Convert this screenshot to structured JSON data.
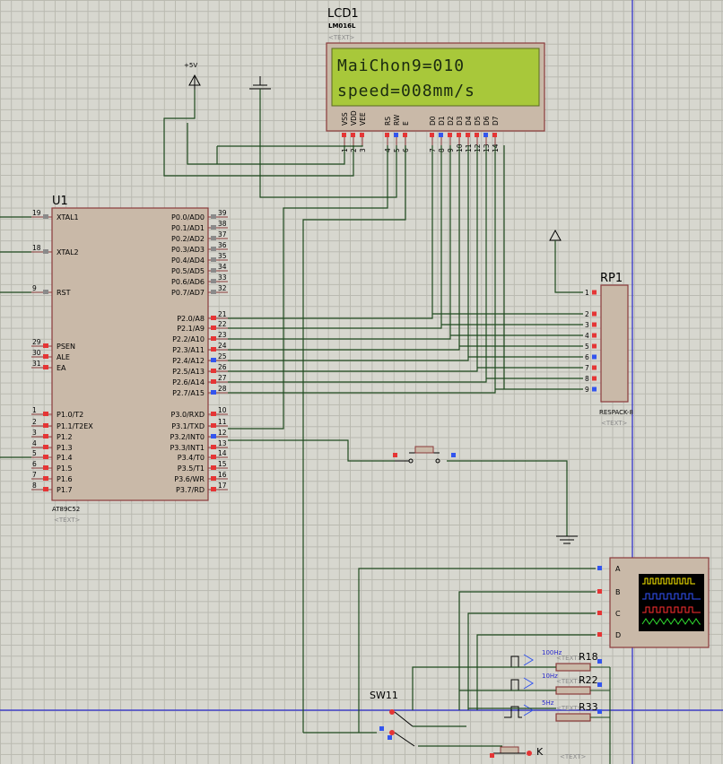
{
  "lcd": {
    "ref": "LCD1",
    "part": "LM016L",
    "text_tag": "<TEXT>",
    "line1": "MaiChon9=010",
    "line2": "speed=008mm/s",
    "pin_names": [
      "VSS",
      "VDD",
      "VEE",
      "RS",
      "RW",
      "E",
      "D0",
      "D1",
      "D2",
      "D3",
      "D4",
      "D5",
      "D6",
      "D7"
    ],
    "pin_numbers": [
      "1",
      "2",
      "3",
      "4",
      "5",
      "6",
      "7",
      "8",
      "9",
      "10",
      "11",
      "12",
      "13",
      "14"
    ]
  },
  "power": {
    "vcc_label": "+5V"
  },
  "mcu": {
    "ref": "U1",
    "part": "AT89C52",
    "text_tag": "<TEXT>",
    "left_pins": [
      {
        "num": "19",
        "name": "XTAL1"
      },
      {
        "num": "18",
        "name": "XTAL2"
      },
      {
        "num": "9",
        "name": "RST"
      },
      {
        "num": "29",
        "name": "PSEN"
      },
      {
        "num": "30",
        "name": "ALE"
      },
      {
        "num": "31",
        "name": "EA"
      },
      {
        "num": "1",
        "name": "P1.0/T2"
      },
      {
        "num": "2",
        "name": "P1.1/T2EX"
      },
      {
        "num": "3",
        "name": "P1.2"
      },
      {
        "num": "4",
        "name": "P1.3"
      },
      {
        "num": "5",
        "name": "P1.4"
      },
      {
        "num": "6",
        "name": "P1.5"
      },
      {
        "num": "7",
        "name": "P1.6"
      },
      {
        "num": "8",
        "name": "P1.7"
      }
    ],
    "right_pins": [
      {
        "num": "39",
        "name": "P0.0/AD0"
      },
      {
        "num": "38",
        "name": "P0.1/AD1"
      },
      {
        "num": "37",
        "name": "P0.2/AD2"
      },
      {
        "num": "36",
        "name": "P0.3/AD3"
      },
      {
        "num": "35",
        "name": "P0.4/AD4"
      },
      {
        "num": "34",
        "name": "P0.5/AD5"
      },
      {
        "num": "33",
        "name": "P0.6/AD6"
      },
      {
        "num": "32",
        "name": "P0.7/AD7"
      },
      {
        "num": "21",
        "name": "P2.0/A8"
      },
      {
        "num": "22",
        "name": "P2.1/A9"
      },
      {
        "num": "23",
        "name": "P2.2/A10"
      },
      {
        "num": "24",
        "name": "P2.3/A11"
      },
      {
        "num": "25",
        "name": "P2.4/A12"
      },
      {
        "num": "26",
        "name": "P2.5/A13"
      },
      {
        "num": "27",
        "name": "P2.6/A14"
      },
      {
        "num": "28",
        "name": "P2.7/A15"
      },
      {
        "num": "10",
        "name": "P3.0/RXD"
      },
      {
        "num": "11",
        "name": "P3.1/TXD"
      },
      {
        "num": "12",
        "name": "P3.2/INT0"
      },
      {
        "num": "13",
        "name": "P3.3/INT1"
      },
      {
        "num": "14",
        "name": "P3.4/T0"
      },
      {
        "num": "15",
        "name": "P3.5/T1"
      },
      {
        "num": "16",
        "name": "P3.6/WR"
      },
      {
        "num": "17",
        "name": "P3.7/RD"
      }
    ]
  },
  "rp1": {
    "ref": "RP1",
    "part": "RESPACK-8",
    "text_tag": "<TEXT>",
    "pins": [
      "1",
      "2",
      "3",
      "4",
      "5",
      "6",
      "7",
      "8",
      "9"
    ]
  },
  "scope": {
    "channels": [
      "A",
      "B",
      "C",
      "D"
    ]
  },
  "sources": [
    {
      "freq": "100Hz",
      "ref": "R18",
      "text_tag": "<TEXT>"
    },
    {
      "freq": "10Hz",
      "ref": "R22",
      "text_tag": "<TEXT>"
    },
    {
      "freq": "5Hz",
      "ref": "R33",
      "text_tag": "<TEXT>"
    }
  ],
  "switch": {
    "ref": "SW11"
  },
  "key": {
    "ref": "K",
    "text_tag": "<TEXT>"
  },
  "colors": {
    "wire": "#1e4a1e",
    "sheet_border": "#2a2acc",
    "component_body": "#c9b9a8",
    "component_outline": "#8a3a3a",
    "pin_low": "#e53535",
    "pin_high": "#3355ee",
    "lcd_screen": "#a8c83a"
  }
}
